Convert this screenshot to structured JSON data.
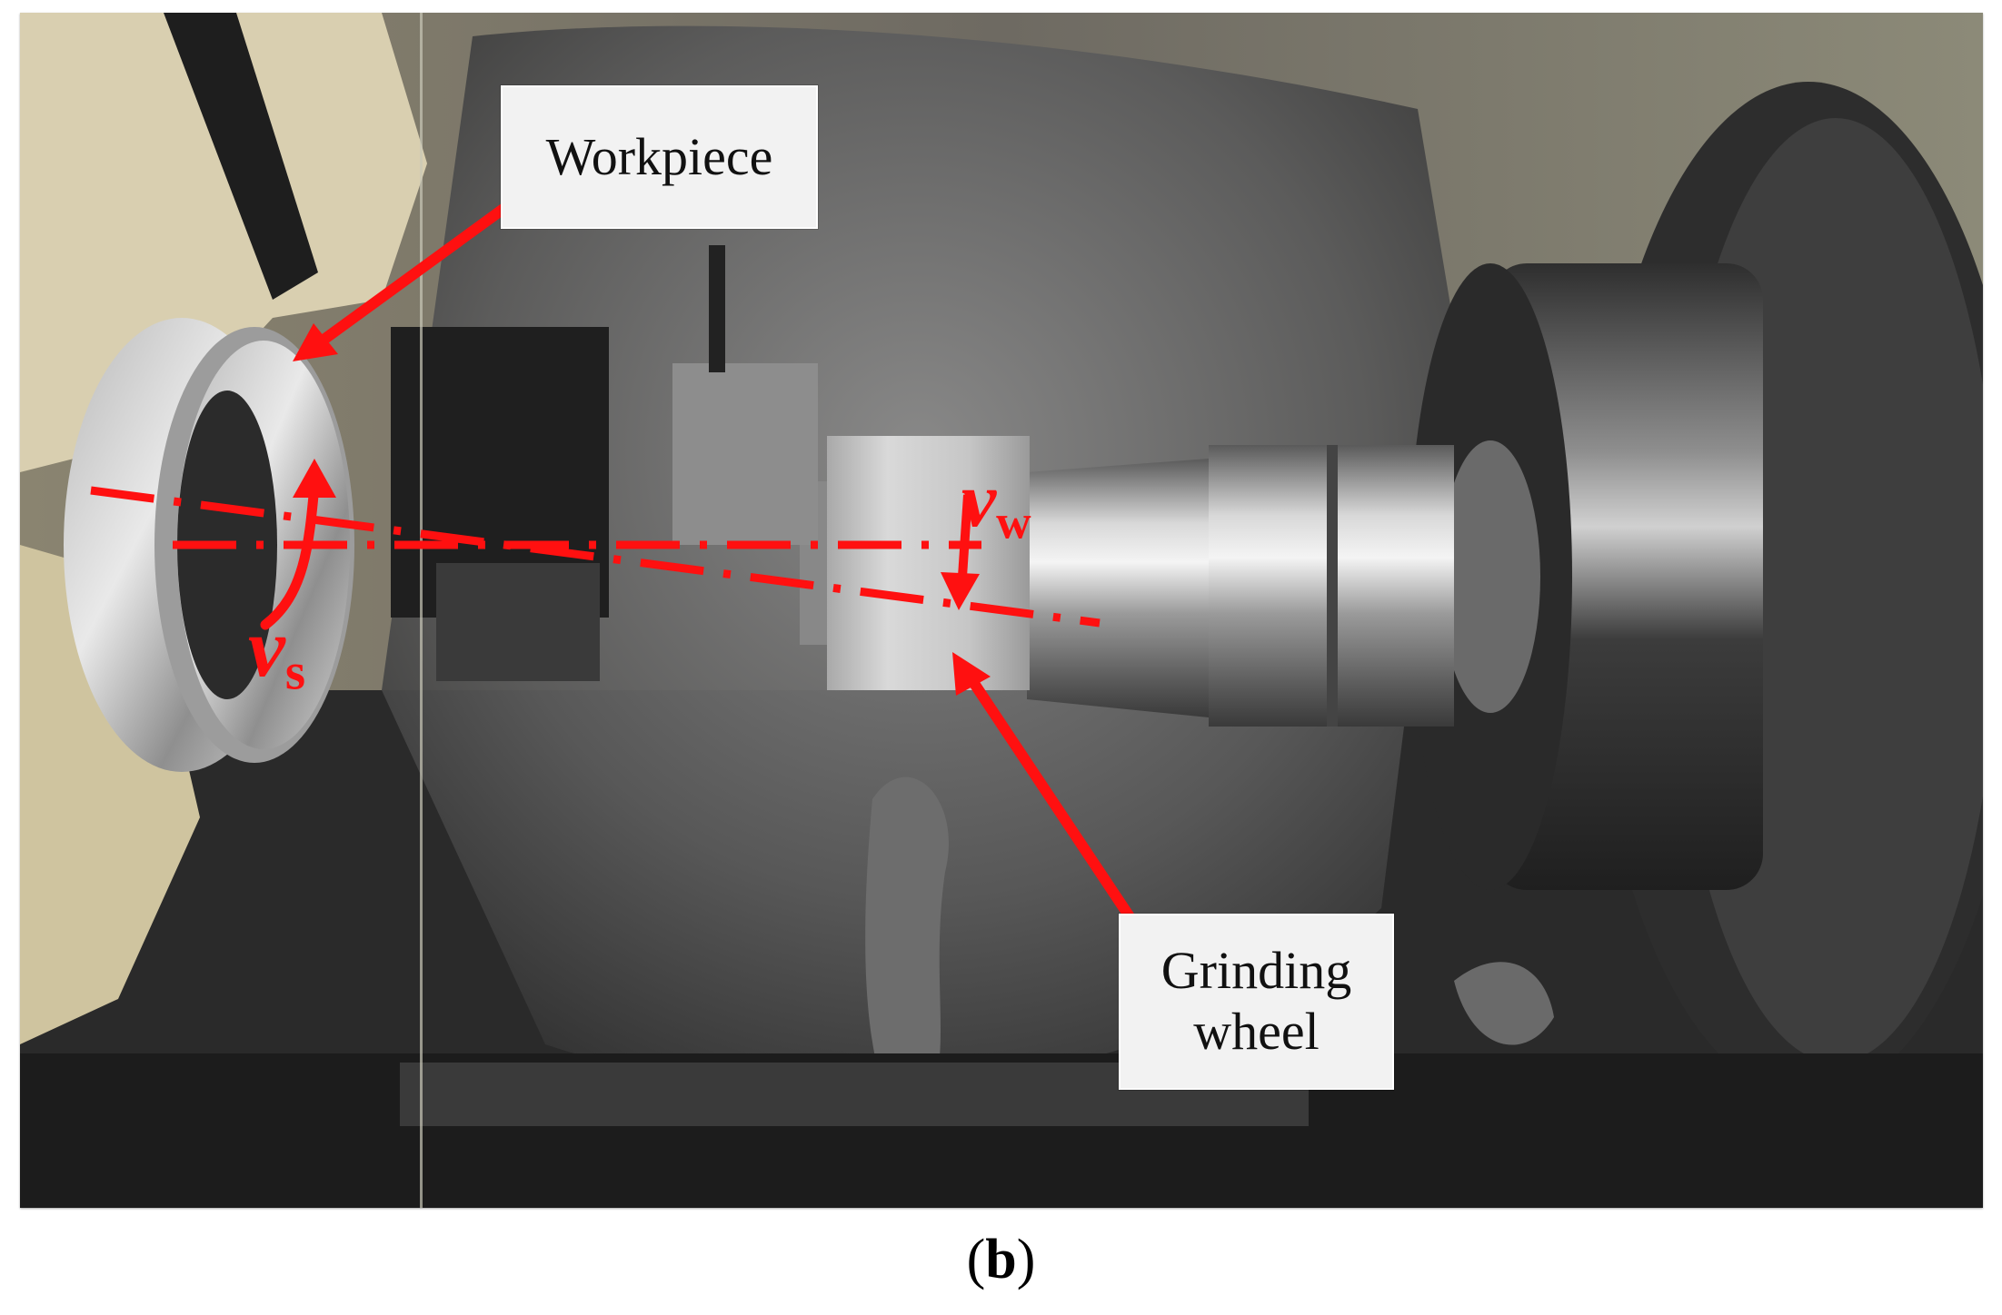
{
  "figure": {
    "caption_open": "(",
    "caption_letter": "b",
    "caption_close": ")",
    "labels": {
      "workpiece": "Workpiece",
      "grinding_line1": "Grinding",
      "grinding_line2": "wheel"
    },
    "symbols": {
      "vs_main": "v",
      "vs_sub": "s",
      "vw_main": "v",
      "vw_sub": "w"
    },
    "colors": {
      "annotation_red": "#ff1010",
      "label_bg": "#f2f2f2",
      "text": "#111111"
    }
  }
}
